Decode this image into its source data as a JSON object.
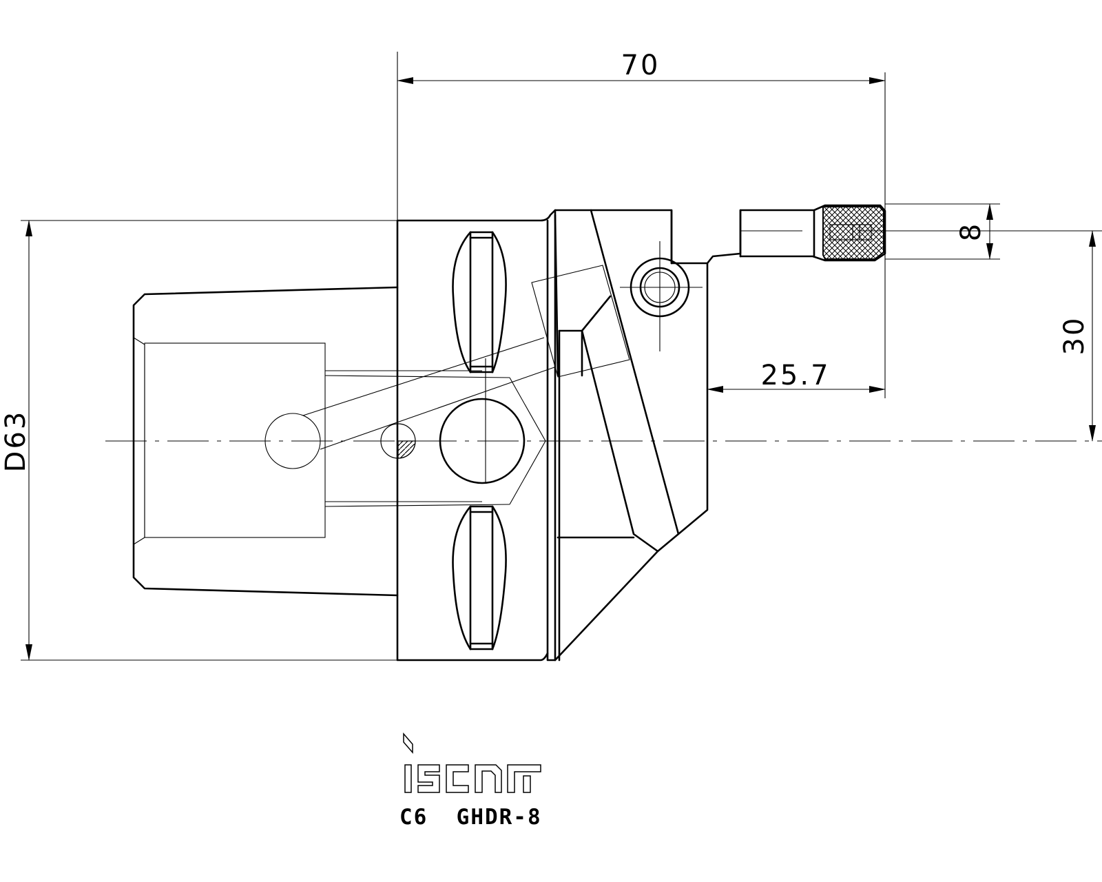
{
  "drawing": {
    "part_code": "C6  GHDR-8",
    "logo_text": "iscar",
    "colors": {
      "line": "#000000",
      "background": "#ffffff"
    },
    "dimensions": {
      "overall_length": "70",
      "diameter": "D63",
      "insert_width": "8",
      "center_offset": "30",
      "reach": "25.7"
    }
  }
}
